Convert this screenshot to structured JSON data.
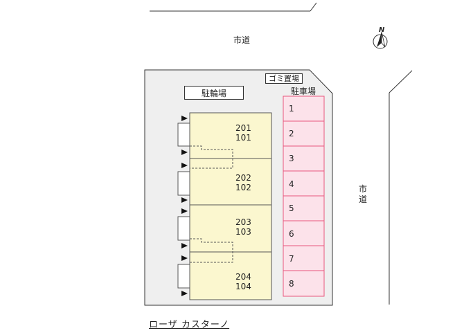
{
  "roads": {
    "top": "市道",
    "right": "市道"
  },
  "facilities": {
    "bicycle_parking": "駐輪場",
    "garbage": "ゴミ置場",
    "parking": "駐車場"
  },
  "units": [
    {
      "upper": "201",
      "lower": "101"
    },
    {
      "upper": "202",
      "lower": "102"
    },
    {
      "upper": "203",
      "lower": "103"
    },
    {
      "upper": "204",
      "lower": "104"
    }
  ],
  "parking_slots": [
    "1",
    "2",
    "3",
    "4",
    "5",
    "6",
    "7",
    "8"
  ],
  "compass": {
    "label": "N"
  },
  "building_name": "ローザ カスターノ",
  "colors": {
    "lot": "#efefef",
    "building": "#fbf7cf",
    "parking": "#fce2ea",
    "parking_border": "#e8577d"
  }
}
